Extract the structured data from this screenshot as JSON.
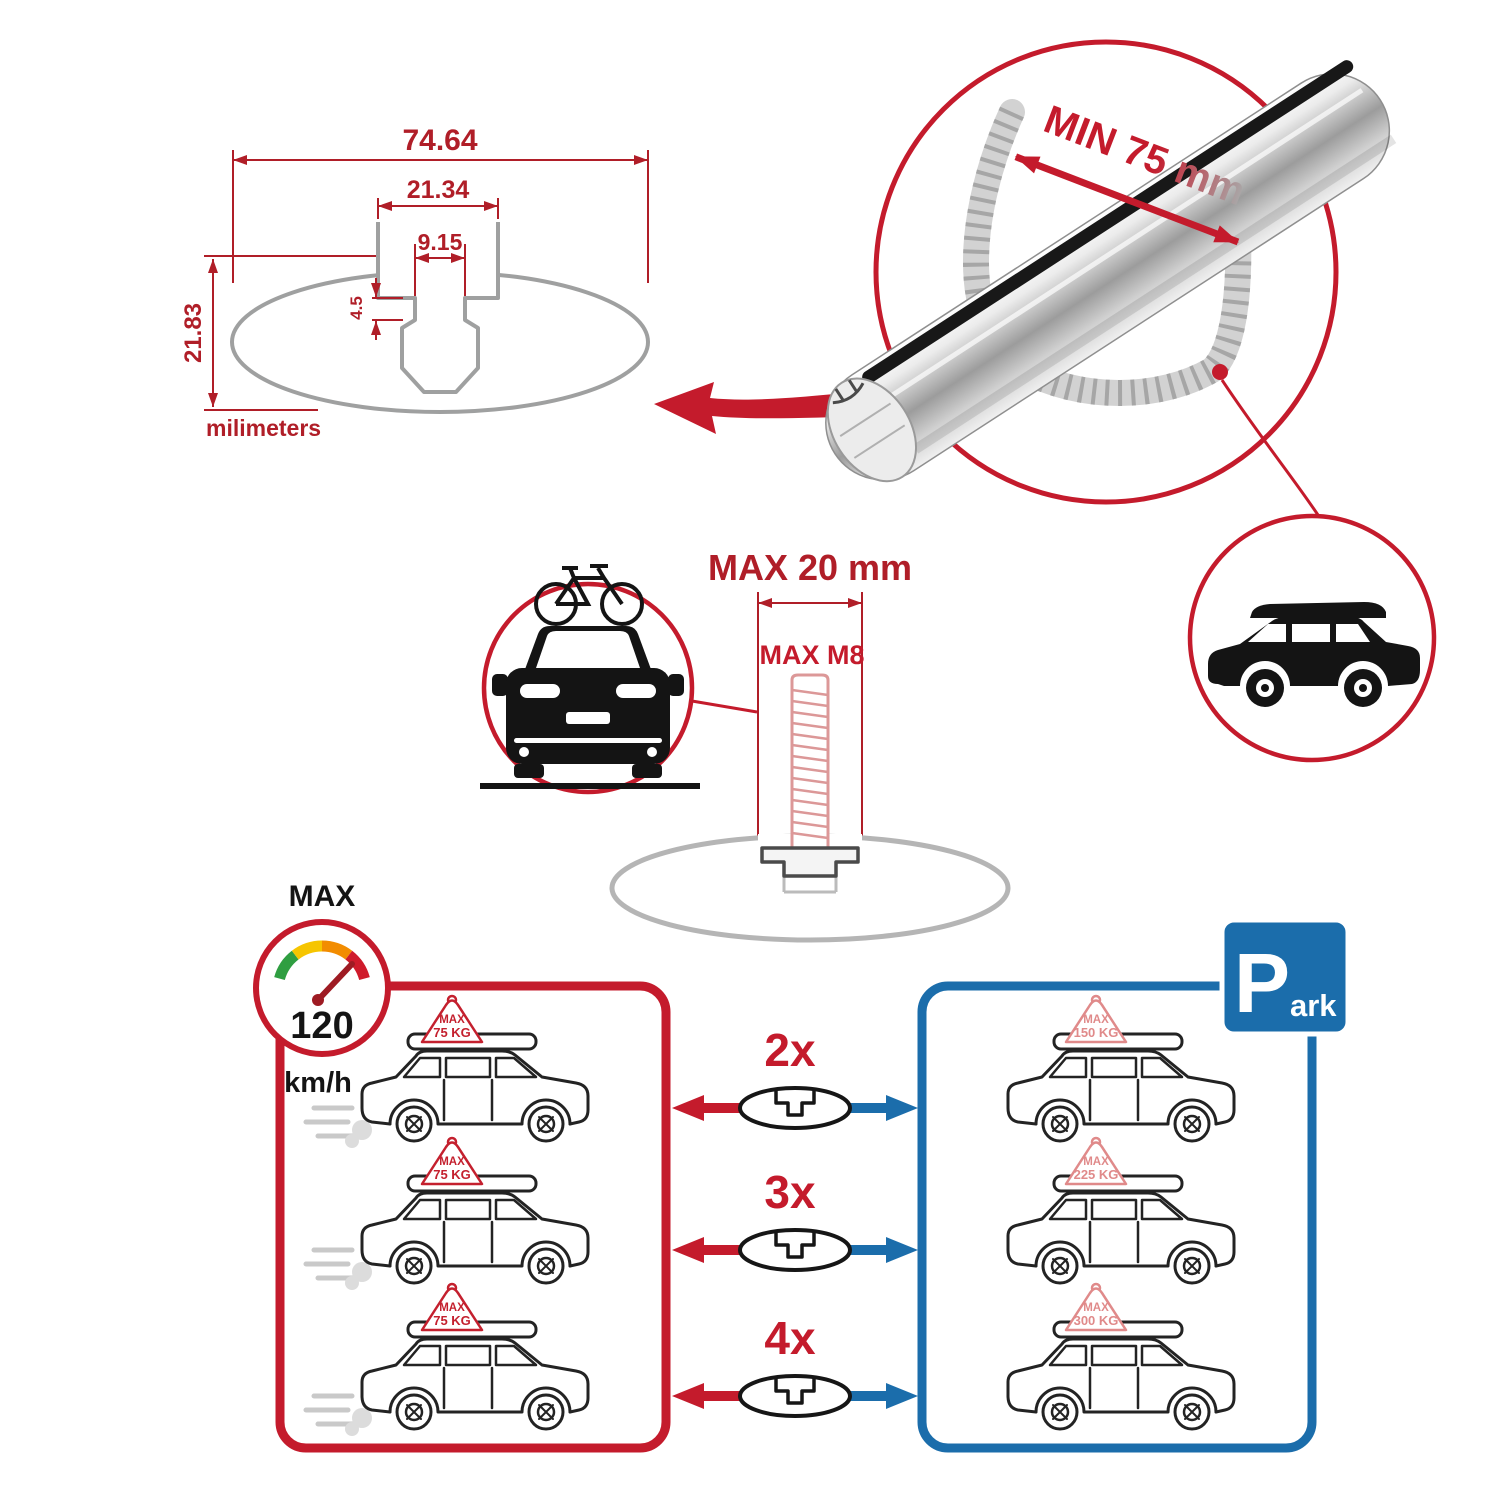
{
  "colors": {
    "red": "#C41B2C",
    "dark_red": "#B01E28",
    "blue": "#1B6DAB",
    "gray": "#9FA0A0",
    "black": "#1D1D1B",
    "badge_pink": "#E08A8A"
  },
  "cross_section": {
    "overall_width": "74.64",
    "slot_outer_width": "21.34",
    "slot_inner_width": "9.15",
    "slot_depth": "4.5",
    "overall_height": "21.83",
    "units_label": "milimeters"
  },
  "bar_detail": {
    "min_rail_span": "MIN 75 mm"
  },
  "bolt": {
    "max_head_width": "MAX 20 mm",
    "max_thread": "MAX M8"
  },
  "speed_gauge": {
    "label": "MAX",
    "value": "120",
    "units": "km/h"
  },
  "driving_panel": {
    "cars": [
      {
        "badge_title": "MAX",
        "badge_load": "75 KG"
      },
      {
        "badge_title": "MAX",
        "badge_load": "75 KG"
      },
      {
        "badge_title": "MAX",
        "badge_load": "75 KG"
      }
    ]
  },
  "parked_panel": {
    "cars": [
      {
        "badge_title": "MAX",
        "badge_load": "150 KG"
      },
      {
        "badge_title": "MAX",
        "badge_load": "225 KG"
      },
      {
        "badge_title": "MAX",
        "badge_load": "300 KG"
      }
    ]
  },
  "connectors": [
    {
      "label": "2x"
    },
    {
      "label": "3x"
    },
    {
      "label": "4x"
    }
  ],
  "park_sign": {
    "letter": "P",
    "suffix": "ark"
  },
  "icons": {
    "speed_gauge_icon": "semicircle-gauge",
    "crossbar_end_view_icon": "ellipse-t-slot",
    "car_front_icon": "car-front-silhouette",
    "bicycle_icon": "bicycle-outline",
    "suv_roofbox_icon": "suv-side-silhouette",
    "wagon_car_icon": "wagon-side-outline",
    "parking_icon": "P"
  }
}
